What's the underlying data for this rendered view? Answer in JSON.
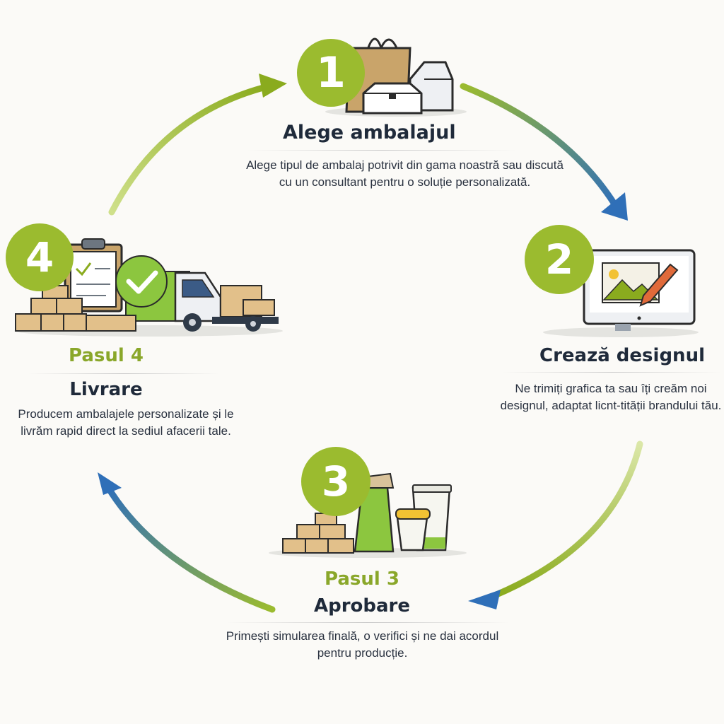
{
  "colors": {
    "green": "#9bbb2f",
    "blue": "#2f6fb8",
    "dark": "#1f2a3a"
  },
  "steps": [
    {
      "number": "1",
      "label": "",
      "title": "Alege ambalajul",
      "desc": "Alege tipul de ambalaj potrivit din gama noastră sau discută cu un consultant pentru o soluție personalizată.",
      "icon": "shopping-bag-and-boxes-icon"
    },
    {
      "number": "2",
      "label": "",
      "title": "Crează designul",
      "desc": "Ne trimiți grafica ta sau îți creăm noi designul, adaptat licnt-tității brandului tău.",
      "icon": "monitor-design-icon"
    },
    {
      "number": "3",
      "label": "Pasul 3",
      "title": "Aprobare",
      "desc": "Primești simularea finală, o verifici și ne dai acordul pentru producție.",
      "icon": "packaging-products-icon"
    },
    {
      "number": "4",
      "label": "Pasul 4",
      "title": "Livrare",
      "desc": "Producem ambalajele personalizate și le livrăm rapid direct la sediul afacerii tale.",
      "icon": "delivery-truck-icon"
    }
  ]
}
